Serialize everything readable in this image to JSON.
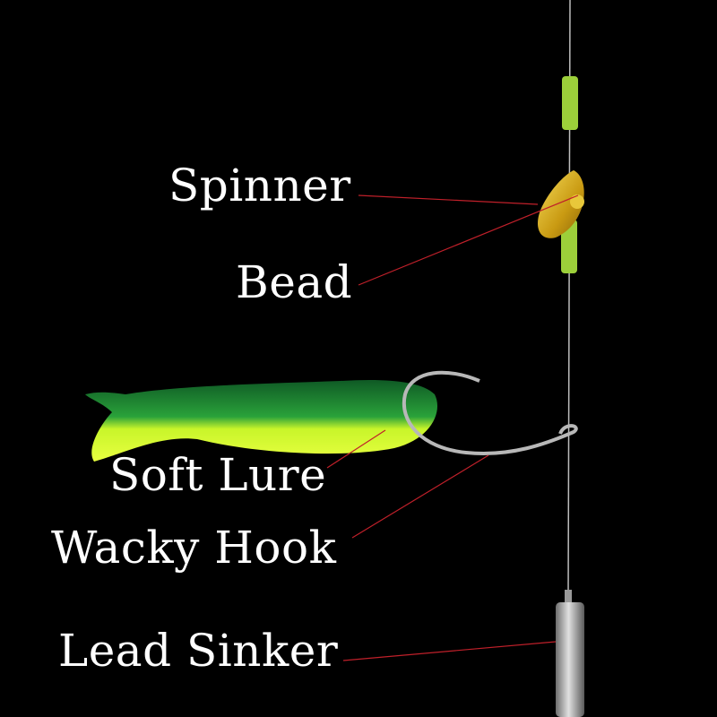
{
  "labels": {
    "spinner": "Spinner",
    "bead": "Bead",
    "soft_lure": "Soft Lure",
    "wacky_hook": "Wacky Hook",
    "lead_sinker": "Lead Sinker"
  },
  "colors": {
    "background": "#000000",
    "leader_line": "#c0202a",
    "bead_green": "#9ccf3a",
    "spinner_gold": "#d9b21e",
    "lure_green": "#1f8a2a",
    "lure_yellow": "#d8ff2a",
    "sinker": "#a8a8a8"
  }
}
